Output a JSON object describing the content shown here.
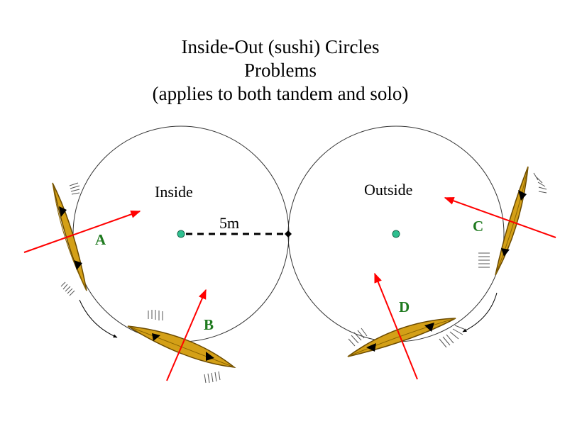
{
  "title": {
    "line1": "Inside-Out (sushi) Circles",
    "line2": "Problems",
    "line3": "(applies to both tandem and solo)"
  },
  "labels": {
    "inside": "Inside",
    "outside": "Outside",
    "radius": "5m",
    "a": "A",
    "b": "B",
    "c": "C",
    "d": "D"
  },
  "colors": {
    "boat_fill": "#d4a017",
    "boat_stroke": "#6b4a00",
    "arrow": "#ff0000",
    "letter": "#1f7a1f",
    "center_dot": "#2ebf8f"
  }
}
